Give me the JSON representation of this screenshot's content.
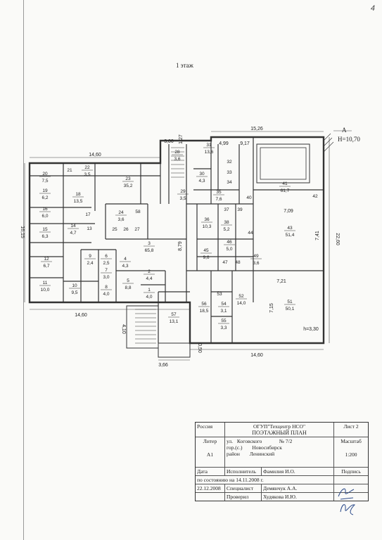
{
  "page": {
    "sheet_mark": "4"
  },
  "plan": {
    "title": "1 этаж",
    "axis_label": "А",
    "height_label": "H=10,70",
    "room_heights_note": "h=3,30",
    "dimensions": {
      "overall_left_top": "14,60",
      "overall_left_bottom": "14,60",
      "overall_right_bottom": "14,60",
      "overall_right_top": "15,26",
      "overall_height": "22,60",
      "left_side": "16,15",
      "entrance_len": "4,10",
      "entrance_width": "3,66",
      "vestibule": "0,50",
      "d_3_00": "3,00",
      "d_1_27": "1,27",
      "d_9_17": "9,17",
      "d_4_99": "4,99",
      "d_7_41": "7,41",
      "d_8_79": "8,79",
      "d_7_09": "7,09",
      "d_7_21": "7,21",
      "d_7_15": "7,15"
    },
    "rooms": [
      {
        "n": "1",
        "a": "4,0"
      },
      {
        "n": "2",
        "a": "4,4"
      },
      {
        "n": "3",
        "a": "65,8"
      },
      {
        "n": "4",
        "a": "4,3"
      },
      {
        "n": "5",
        "a": "8,8"
      },
      {
        "n": "6",
        "a": "2,5"
      },
      {
        "n": "7",
        "a": "3,0"
      },
      {
        "n": "8",
        "a": "4,0"
      },
      {
        "n": "9",
        "a": "2,4"
      },
      {
        "n": "10",
        "a": "9,5"
      },
      {
        "n": "11",
        "a": "10,0"
      },
      {
        "n": "12",
        "a": "6,7"
      },
      {
        "n": "13",
        "a": ""
      },
      {
        "n": "14",
        "a": "4,7"
      },
      {
        "n": "15",
        "a": "6,3"
      },
      {
        "n": "16",
        "a": "6,0"
      },
      {
        "n": "17",
        "a": ""
      },
      {
        "n": "18",
        "a": "13,5"
      },
      {
        "n": "19",
        "a": "6,2"
      },
      {
        "n": "20",
        "a": "7,5"
      },
      {
        "n": "21",
        "a": ""
      },
      {
        "n": "22",
        "a": "3,5"
      },
      {
        "n": "23",
        "a": "35,2"
      },
      {
        "n": "24",
        "a": "3,6"
      },
      {
        "n": "25",
        "a": ""
      },
      {
        "n": "26",
        "a": ""
      },
      {
        "n": "27",
        "a": ""
      },
      {
        "n": "28",
        "a": "3,6"
      },
      {
        "n": "29",
        "a": "3,5"
      },
      {
        "n": "30",
        "a": "4,3"
      },
      {
        "n": "31",
        "a": "13,6"
      },
      {
        "n": "32",
        "a": ""
      },
      {
        "n": "33",
        "a": ""
      },
      {
        "n": "34",
        "a": ""
      },
      {
        "n": "35",
        "a": "7,6"
      },
      {
        "n": "36",
        "a": "10,3"
      },
      {
        "n": "37",
        "a": ""
      },
      {
        "n": "38",
        "a": "5,2"
      },
      {
        "n": "39",
        "a": ""
      },
      {
        "n": "40",
        "a": ""
      },
      {
        "n": "41",
        "a": "61,7"
      },
      {
        "n": "42",
        "a": ""
      },
      {
        "n": "43",
        "a": "51,4"
      },
      {
        "n": "44",
        "a": ""
      },
      {
        "n": "45",
        "a": "9,6"
      },
      {
        "n": "46",
        "a": "5,0"
      },
      {
        "n": "47",
        "a": ""
      },
      {
        "n": "48",
        "a": ""
      },
      {
        "n": "49",
        "a": "3,6"
      },
      {
        "n": "51",
        "a": "50,1"
      },
      {
        "n": "52",
        "a": "14,0"
      },
      {
        "n": "53",
        "a": ""
      },
      {
        "n": "54",
        "a": "3,1"
      },
      {
        "n": "55",
        "a": "3,3"
      },
      {
        "n": "56",
        "a": "18,5"
      },
      {
        "n": "57",
        "a": "13,1"
      },
      {
        "n": "58",
        "a": ""
      }
    ]
  },
  "stamp": {
    "country": "Россия",
    "org": "ОГУП\"Техцентр НСО\"",
    "doc_type": "ПОЭТАЖНЫЙ ПЛАН",
    "sheet_label": "Лист 2",
    "liter_label": "Литер",
    "liter_value": "А1",
    "street_prefix": "ул.",
    "street": "Коговского",
    "house_prefix": "№",
    "house": "7/2",
    "city_prefix": "гор.(с.)",
    "city": "Новосибирск",
    "district_prefix": "район",
    "district": "Ленинский",
    "scale_label": "Масштаб",
    "scale_value": "1:200",
    "date_label": "Дата",
    "performer_label": "Исполнитель",
    "name_label": "Фамилия И.О.",
    "signature_label": "Подпись",
    "state_note": "по состоянию на 14.11.2008 г.",
    "date_value": "22.12.2008",
    "specialist_label": "Специалист",
    "specialist_name": "Демянчук А.А.",
    "checker_label": "Проверил",
    "checker_name": "Худякова И.Ю."
  }
}
